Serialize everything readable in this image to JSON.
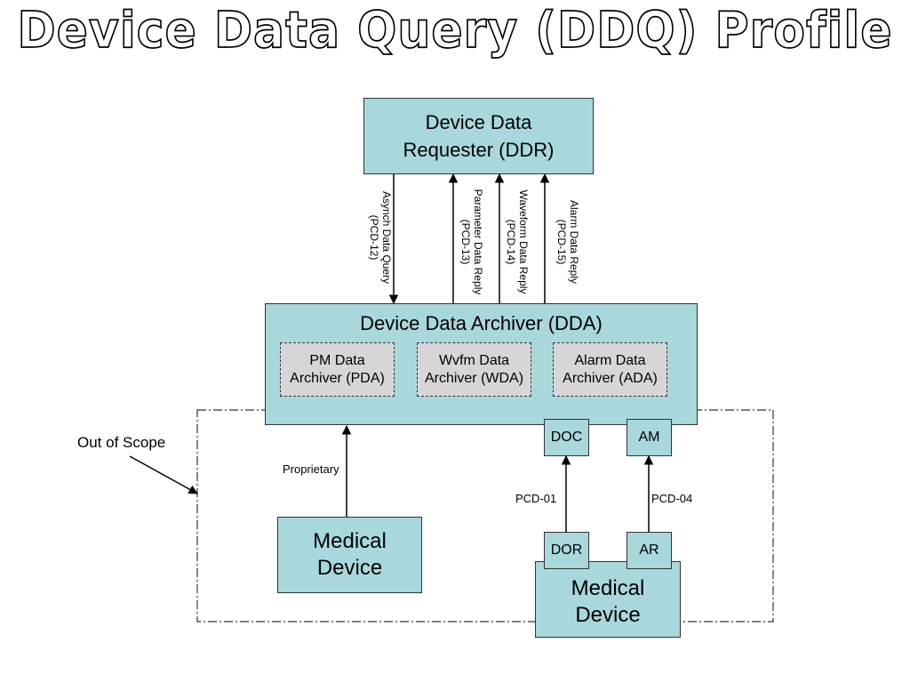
{
  "title": "Device Data Query (DDQ) Profile",
  "ddr": {
    "line1": "Device Data",
    "line2": "Requester (DDR)"
  },
  "dda": {
    "title": "Device Data Archiver (DDA)",
    "pda": {
      "line1": "PM Data",
      "line2": "Archiver (PDA)"
    },
    "wda": {
      "line1": "Wvfm Data",
      "line2": "Archiver (WDA)"
    },
    "ada": {
      "line1": "Alarm Data",
      "line2": "Archiver (ADA)"
    }
  },
  "transactions": [
    {
      "line1": "Asynch Data Query",
      "line2": "(PCD-12)"
    },
    {
      "line1": "Parameter Data Reply",
      "line2": "(PCD-13)"
    },
    {
      "line1": "Waveform Data Reply",
      "line2": "(PCD-14)"
    },
    {
      "line1": "Alarm Data Reply",
      "line2": "(PCD-15)"
    }
  ],
  "doc": "DOC",
  "am": "AM",
  "dor": "DOR",
  "ar": "AR",
  "pcd01": "PCD-01",
  "pcd04": "PCD-04",
  "proprietary": "Proprietary",
  "out_of_scope": "Out of Scope",
  "medical_device_left": {
    "line1": "Medical",
    "line2": "Device"
  },
  "medical_device_right": {
    "line1": "Medical",
    "line2": "Device"
  }
}
